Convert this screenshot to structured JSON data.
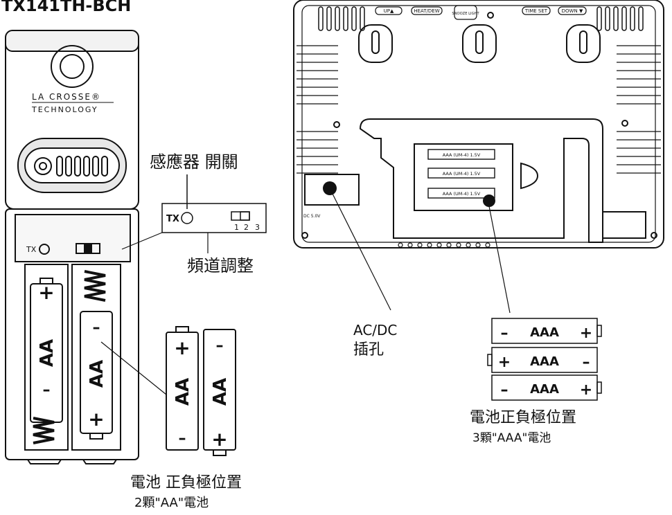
{
  "title": "TX141TH-BCH",
  "sensor": {
    "brand_line1": "LA CROSSE®",
    "brand_line2": "TECHNOLOGY",
    "tx_label": "TX",
    "aa": "AA",
    "plus": "+",
    "minus": "–"
  },
  "callouts": {
    "sensor_switch": "感應器 開關",
    "channel_adjust": "頻道調整",
    "tx": "TX",
    "channel_numbers": [
      "1",
      "2",
      "3"
    ],
    "aa_polarity_line1": "電池 正負極位置",
    "aa_polarity_line2": "2顆\"AA\"電池",
    "acdc_line1": "AC/DC",
    "acdc_line2": "插孔",
    "aaa_polarity_line1": "電池正負極位置",
    "aaa_polarity_line2": "3顆\"AAA\"電池"
  },
  "station_buttons": [
    "UP▲",
    "HEAT/DEW",
    "SNOOZE LIGHT",
    "TIME SET",
    "DOWN ▼"
  ],
  "station": {
    "aaa_cell_label": "AAA (UM-4) 1.5V",
    "dc_label": "DC 5.0V"
  },
  "aaa_batteries": [
    {
      "left": "–",
      "mid": "AAA",
      "right": "+"
    },
    {
      "left": "+",
      "mid": "AAA",
      "right": "–"
    },
    {
      "left": "–",
      "mid": "AAA",
      "right": "+"
    }
  ]
}
